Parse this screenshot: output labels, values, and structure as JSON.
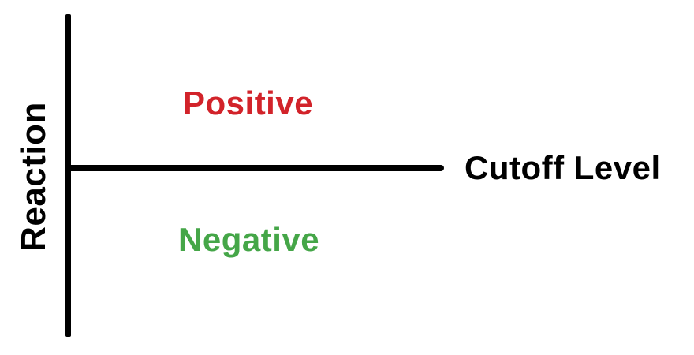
{
  "diagram": {
    "axis": {
      "label": "Reaction",
      "color": "#000000"
    },
    "cutoff": {
      "label": "Cutoff Level",
      "line_color": "#000000",
      "text_color": "#000000"
    },
    "regions": {
      "positive": {
        "label": "Positive",
        "color": "#d2232a"
      },
      "negative": {
        "label": "Negative",
        "color": "#45a648"
      }
    },
    "background_color": "#ffffff"
  }
}
